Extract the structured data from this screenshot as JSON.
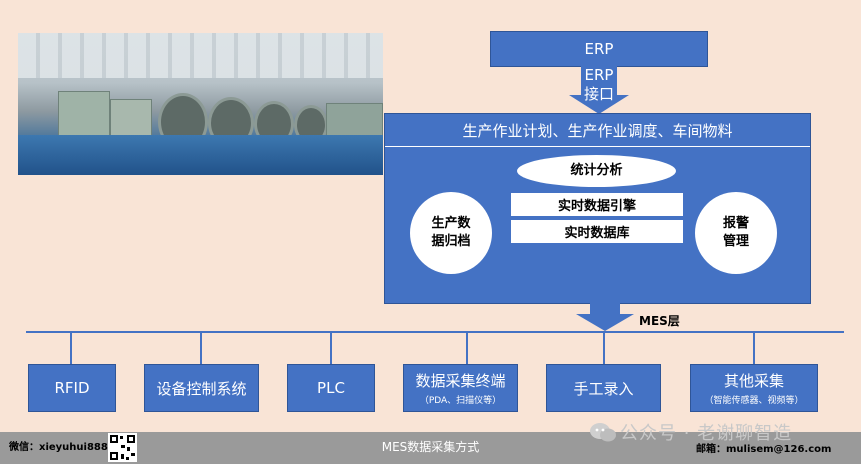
{
  "diagram": {
    "erp_label": "ERP",
    "erp_interface_label": "ERP\n接口",
    "mes_title": "生产作业计划、生产作业调度、车间物料",
    "stats": "统计分析",
    "production_archive": "生产数\n据归档",
    "realtime_engine": "实时数据引擎",
    "realtime_db": "实时数据库",
    "alarm": "报警\n管理",
    "mes_layer": "MES层",
    "modules": [
      {
        "label": "RFID",
        "sub": ""
      },
      {
        "label": "设备控制系统",
        "sub": ""
      },
      {
        "label": "PLC",
        "sub": ""
      },
      {
        "label": "数据采集终端",
        "sub": "（PDA、扫描仪等）"
      },
      {
        "label": "手工录入",
        "sub": ""
      },
      {
        "label": "其他采集",
        "sub": "（智能传感器、视频等）"
      }
    ]
  },
  "footer": {
    "wechat": "微信：xieyuhui888",
    "caption": "MES数据采集方式",
    "email": "邮箱：mulisem@126.com",
    "watermark": "公众号 · 老谢聊智造"
  },
  "colors": {
    "box_blue": "#4472c4",
    "background": "#f9e4d6",
    "footer_gray": "#9a9a9a"
  }
}
